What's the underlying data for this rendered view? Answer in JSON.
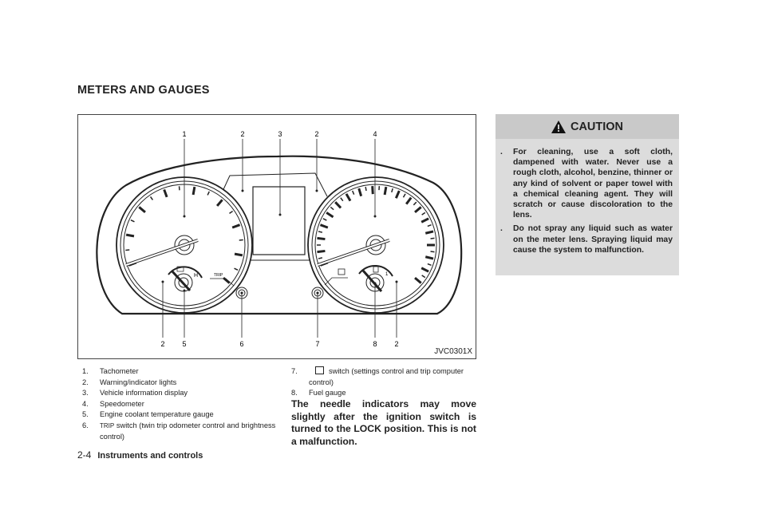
{
  "heading": "METERS AND GAUGES",
  "figure": {
    "id": "JVC0301X",
    "callouts_top": [
      "1",
      "2",
      "3",
      "2",
      "4"
    ],
    "callouts_bottom": [
      "2",
      "5",
      "6",
      "7",
      "8",
      "2"
    ],
    "temp_label": "H",
    "trip_label": "TRIP",
    "fuel_label": "1"
  },
  "list_left": [
    {
      "n": "1.",
      "t": "Tachometer"
    },
    {
      "n": "2.",
      "t": "Warning/indicator lights"
    },
    {
      "n": "3.",
      "t": "Vehicle information display"
    },
    {
      "n": "4.",
      "t": "Speedometer"
    },
    {
      "n": "5.",
      "t": "Engine coolant temperature gauge"
    },
    {
      "n": "6.",
      "icon": "TRIP",
      "t": "switch (twin trip odometer control and brightness control)"
    }
  ],
  "list_right": [
    {
      "n": "7.",
      "t": "switch (settings control and trip computer control)"
    },
    {
      "n": "8.",
      "t": "Fuel gauge"
    }
  ],
  "note": "The needle indicators may move slightly after the ignition switch is turned to the LOCK position. This is not a malfunction.",
  "caution": {
    "title": "CAUTION",
    "bullet": ".",
    "items": [
      "For cleaning, use a soft cloth, dampened with water. Never use a rough cloth, alcohol, benzine, thinner or any kind of solvent or paper towel with a chemical cleaning agent. They will scratch or cause discoloration to the lens.",
      "Do not spray any liquid such as water on the meter lens. Spraying liquid may cause the system to malfunction."
    ]
  },
  "footer": {
    "page": "2-4",
    "section": "Instruments and controls"
  }
}
